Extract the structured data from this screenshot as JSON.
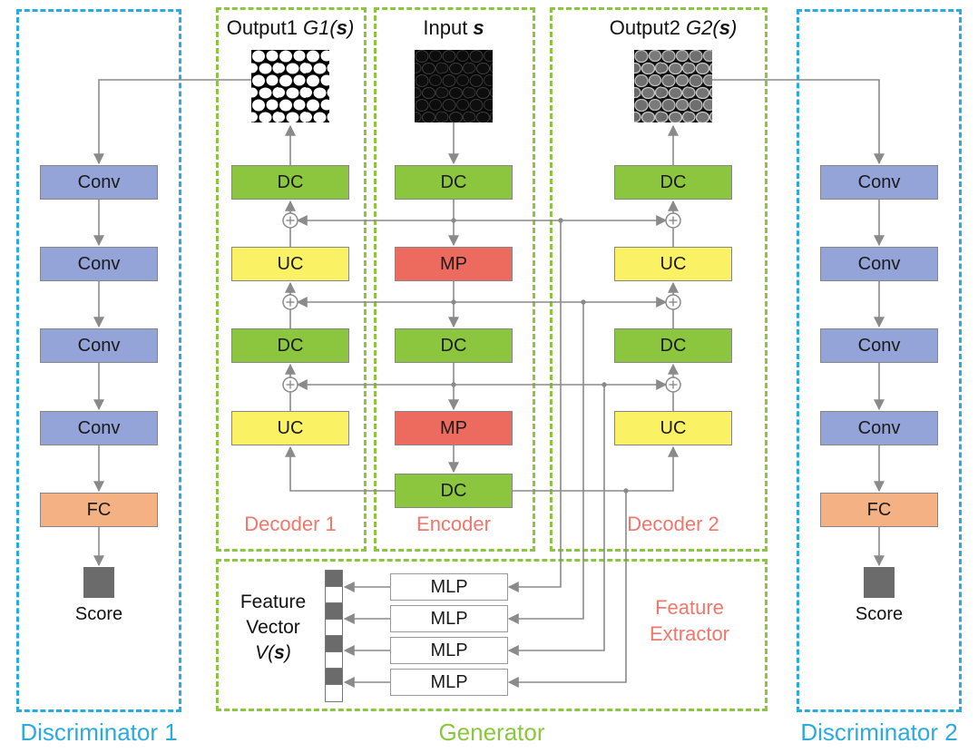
{
  "colors": {
    "conv": "#94A3D8",
    "fc": "#F4B183",
    "dc": "#8CC63F",
    "mp": "#EC6A5E",
    "uc": "#FBF164",
    "mlp": "#FFFFFF",
    "disc-border": "#29ABE2",
    "gen-border": "#8CC63F",
    "section-label": "#F0776B",
    "disc-label": "#29ABE2",
    "gen-label": "#8CC63F",
    "arrow": "#8A8A8A",
    "score-square": "#6B6B6B",
    "block-text": "#1A1A1A"
  },
  "discriminator1": {
    "label": "Discriminator 1",
    "layers": [
      "Conv",
      "Conv",
      "Conv",
      "Conv",
      "FC"
    ],
    "score_label": "Score"
  },
  "discriminator2": {
    "label": "Discriminator 2",
    "layers": [
      "Conv",
      "Conv",
      "Conv",
      "Conv",
      "FC"
    ],
    "score_label": "Score"
  },
  "generator": {
    "label": "Generator",
    "output1": {
      "prefix": "Output1",
      "func": "G1(",
      "arg": "s",
      "close": ")"
    },
    "input": {
      "prefix": "Input",
      "arg": "s"
    },
    "output2": {
      "prefix": "Output2",
      "func": "G2(",
      "arg": "s",
      "close": ")"
    },
    "decoder1": {
      "label": "Decoder 1",
      "layers": [
        "DC",
        "UC",
        "DC",
        "UC"
      ]
    },
    "encoder": {
      "label": "Encoder",
      "layers": [
        "DC",
        "MP",
        "DC",
        "MP",
        "DC"
      ]
    },
    "decoder2": {
      "label": "Decoder 2",
      "layers": [
        "DC",
        "UC",
        "DC",
        "UC"
      ]
    },
    "feature_extractor": {
      "label_line1": "Feature",
      "label_line2": "Extractor",
      "vector_label_line1": "Feature",
      "vector_label_line2": "Vector",
      "vector_func": "V(",
      "vector_arg": "s",
      "vector_close": ")",
      "mlps": [
        "MLP",
        "MLP",
        "MLP",
        "MLP"
      ]
    }
  }
}
